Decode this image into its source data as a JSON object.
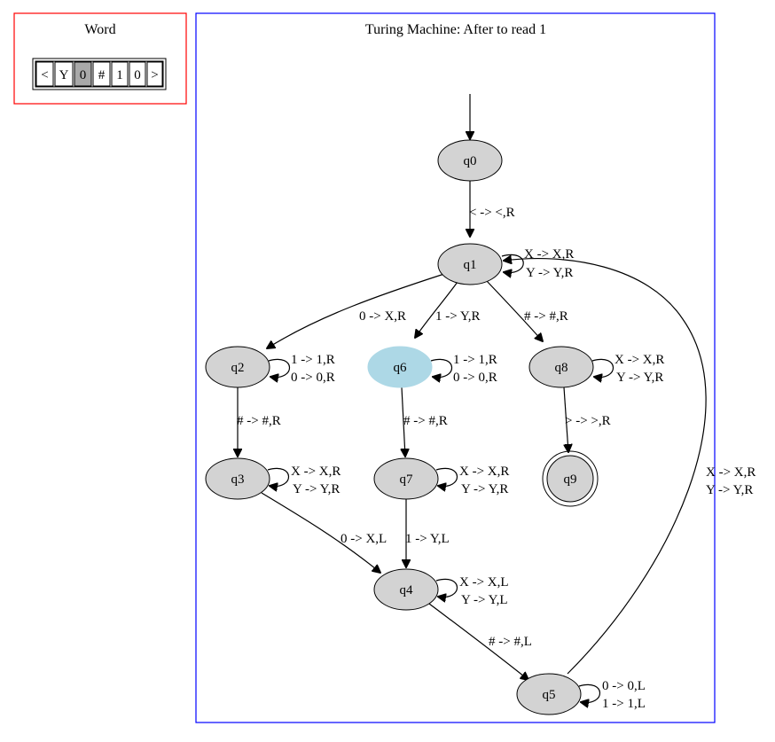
{
  "word_panel": {
    "title": "Word",
    "cells": [
      "<",
      "Y",
      "0",
      "#",
      "1",
      "0",
      ">"
    ],
    "highlight_index": 2,
    "border_color": "#ff0000",
    "highlight_color": "#a9a9a9"
  },
  "machine_panel": {
    "title": "Turing Machine: After to read 1",
    "border_color": "#0000ff"
  },
  "colors": {
    "node_fill": "#d3d3d3",
    "current_state_fill": "#add8e6"
  },
  "states": {
    "q0": "q0",
    "q1": "q1",
    "q2": "q2",
    "q3": "q3",
    "q4": "q4",
    "q5": "q5",
    "q6": "q6",
    "q7": "q7",
    "q8": "q8",
    "q9": "q9"
  },
  "current_state": "q6",
  "accept_state": "q9",
  "edges": {
    "q0_q1": "< -> <,R",
    "q1_q1": [
      "X -> X,R",
      "Y -> Y,R"
    ],
    "q1_q2": "0 -> X,R",
    "q1_q6": "1 -> Y,R",
    "q1_q8": "# -> #,R",
    "q2_q2": [
      "1 -> 1,R",
      "0 -> 0,R"
    ],
    "q6_q6": [
      "1 -> 1,R",
      "0 -> 0,R"
    ],
    "q8_q8": [
      "X -> X,R",
      "Y -> Y,R"
    ],
    "q2_q3": "# -> #,R",
    "q6_q7": "# -> #,R",
    "q8_q9": "> -> >,R",
    "q3_q3": [
      "X -> X,R",
      "Y -> Y,R"
    ],
    "q7_q7": [
      "X -> X,R",
      "Y -> Y,R"
    ],
    "q3_q4": "0 -> X,L",
    "q7_q4": "1 -> Y,L",
    "q4_q4": [
      "X -> X,L",
      "Y -> Y,L"
    ],
    "q4_q5": "# -> #,L",
    "q5_q5": [
      "0 -> 0,L",
      "1 -> 1,L"
    ],
    "q5_q1": [
      "X -> X,R",
      "Y -> Y,R"
    ]
  }
}
